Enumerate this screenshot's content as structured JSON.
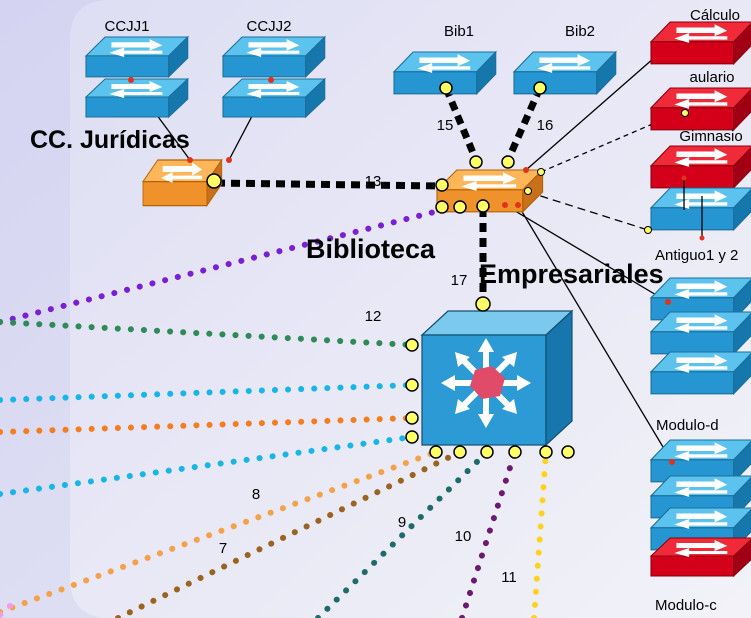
{
  "devices": {
    "top_switches": [
      "CCJJ1",
      "CCJJ2",
      "Bib1",
      "Bib2"
    ],
    "right_switches": [
      "Cálculo",
      "aulario",
      "Gimnasio",
      "Antiguo1 y 2",
      "Modulo-d",
      "Modulo-c"
    ]
  },
  "areas": {
    "juridicas": "CC. Jurídicas",
    "biblioteca": "Biblioteca",
    "empresariales": "Empresariales"
  },
  "links": [
    "7",
    "8",
    "9",
    "10",
    "11",
    "12",
    "13",
    "15",
    "16",
    "17"
  ],
  "colors": {
    "background": "#dcdcf4",
    "panel": "#eaeaf6",
    "blue_switch": "#2f9fd6",
    "orange_switch": "#f59b37",
    "red_switch": "#e0001b",
    "core_switch": "#3aa3dc",
    "port": "#ffff66"
  }
}
